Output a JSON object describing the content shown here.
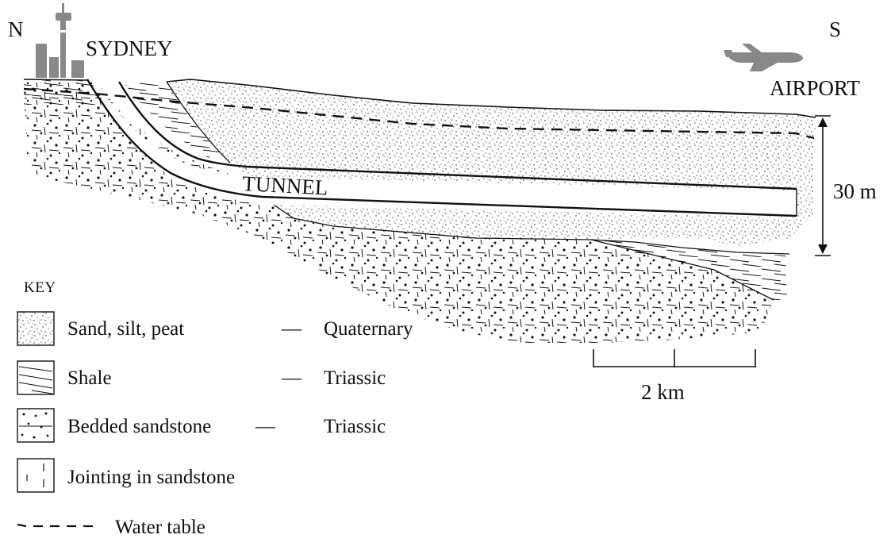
{
  "labels": {
    "north": "N",
    "south": "S",
    "city": "SYDNEY",
    "airport": "AIRPORT",
    "tunnel": "TUNNEL",
    "depth": "30 m",
    "scale": "2 km"
  },
  "key": {
    "title": "KEY",
    "items": [
      {
        "label": "Sand, silt, peat",
        "dash": "—",
        "age": "Quaternary",
        "pattern": "sand-pattern"
      },
      {
        "label": "Shale",
        "dash": "—",
        "age": "Triassic",
        "pattern": "shale-pattern"
      },
      {
        "label": "Bedded sandstone",
        "dash": "—",
        "age": "Triassic",
        "pattern": "bedded-sandstone-pattern"
      },
      {
        "label": "Jointing in sandstone",
        "dash": "",
        "age": "",
        "pattern": "jointing-pattern"
      }
    ],
    "water_table": "Water table"
  },
  "icons": {
    "city": "city-skyline-icon",
    "airport": "airplane-icon"
  },
  "colors": {
    "ink": "#111111",
    "icon_gray": "#888888"
  }
}
